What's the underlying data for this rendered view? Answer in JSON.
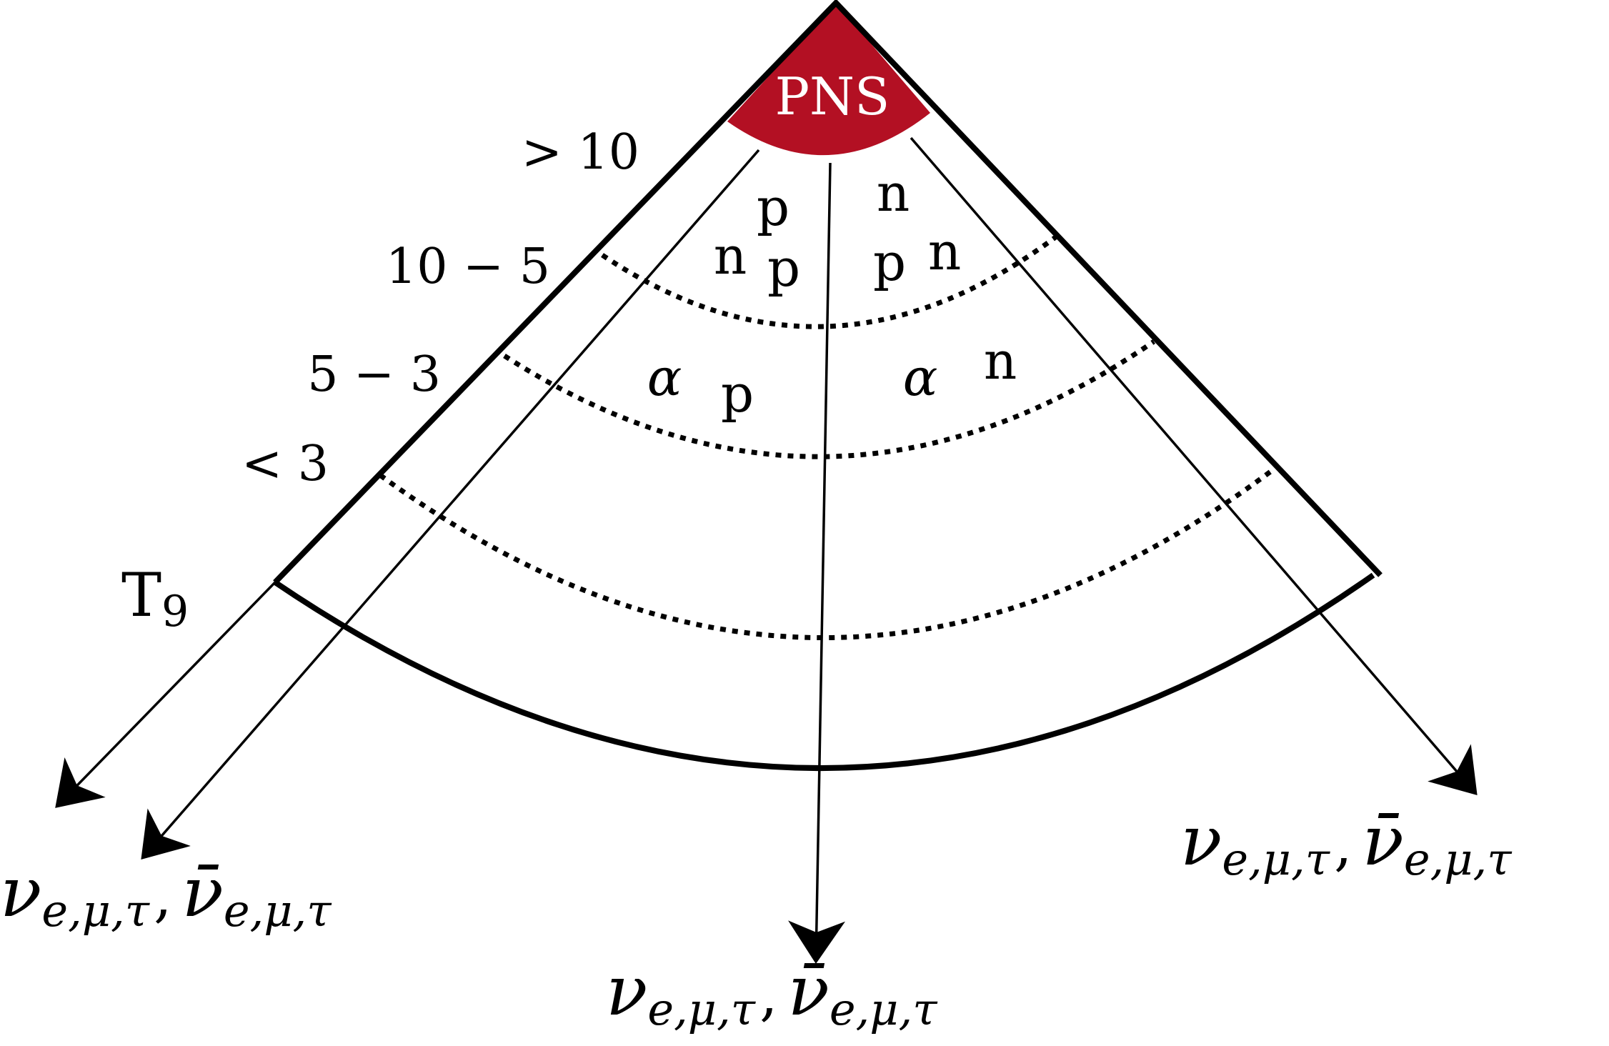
{
  "colors": {
    "pns_fill": "#B31023",
    "stroke": "#000000",
    "pns_text": "#ffffff"
  },
  "core": {
    "label": "PNS"
  },
  "temperature": {
    "axis_label": "T",
    "axis_subscript": "9",
    "ranges": [
      "> 10",
      "10 − 5",
      "5 − 3",
      "< 3"
    ]
  },
  "particles": {
    "zone1_left": [
      "p"
    ],
    "zone1_right": [
      "n"
    ],
    "zone2_left": [
      "n",
      "p"
    ],
    "zone2_right": [
      "p",
      "n"
    ],
    "zone3_left": [
      "α",
      "p"
    ],
    "zone3_right": [
      "α",
      "n"
    ]
  },
  "neutrino_label": {
    "symbol": "ν",
    "symbol_bar": "ν̄",
    "subscript": "e,μ,τ",
    "separator": ","
  }
}
